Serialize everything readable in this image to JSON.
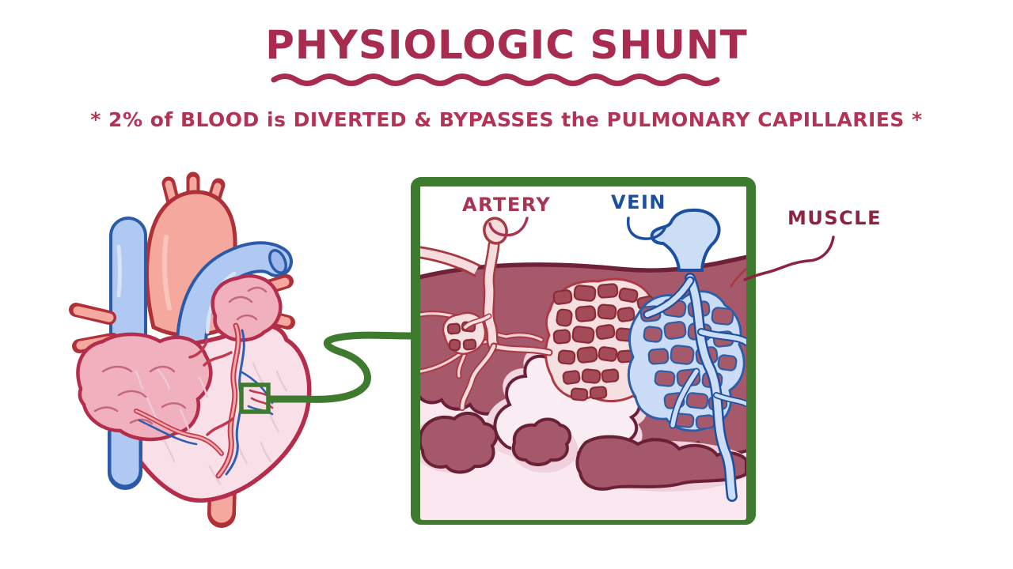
{
  "title": "PHYSIOLOGIC SHUNT",
  "subtitle": "* 2% of BLOOD is DIVERTED & BYPASSES the PULMONARY CAPILLARIES *",
  "inset": {
    "artery_label": "ARTERY",
    "vein_label": "VEIN",
    "muscle_label": "MUSCLE"
  },
  "colors": {
    "title_crimson": "#A82C50",
    "subtitle_crimson": "#B23355",
    "label_red": "#A93352",
    "label_blue": "#1D4FA1",
    "label_maroon": "#8E2340",
    "inset_green": "#3E7B2F",
    "heart_outline": "#B52D4C",
    "heart_pink": "#F8DFE8",
    "atria_pink": "#F1B0BE",
    "aorta_pink": "#F4A89E",
    "aorta_outline": "#B03038",
    "vessel_light_blue": "#AFC9F2",
    "vessel_dark_blue": "#2B5BA8",
    "inset_vein_fill": "#CCDDF6",
    "inset_artery_fill": "#F6DBDF",
    "inset_artery_outline": "#A73940",
    "muscle_mauve": "#A7596C",
    "muscle_dark_outline": "#6B1F38",
    "capillary_cell_red": "#A34B58",
    "tissue_light_pink": "#FAE7EF"
  }
}
